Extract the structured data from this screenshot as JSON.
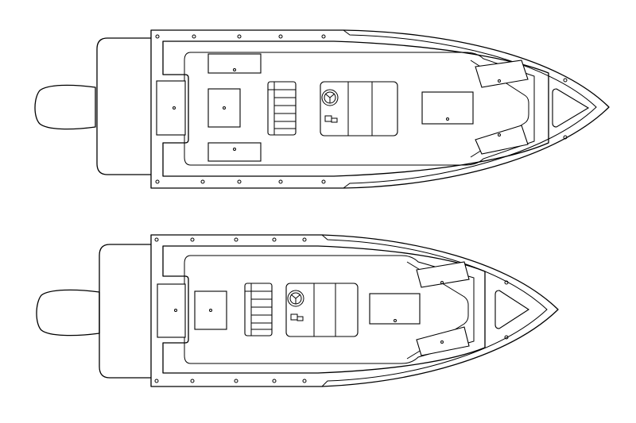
{
  "colors": {
    "line": "#000000",
    "background": "#ffffff"
  },
  "drawings": [
    {
      "id": "boat-top",
      "view": "plan"
    },
    {
      "id": "boat-bottom",
      "view": "plan"
    }
  ]
}
